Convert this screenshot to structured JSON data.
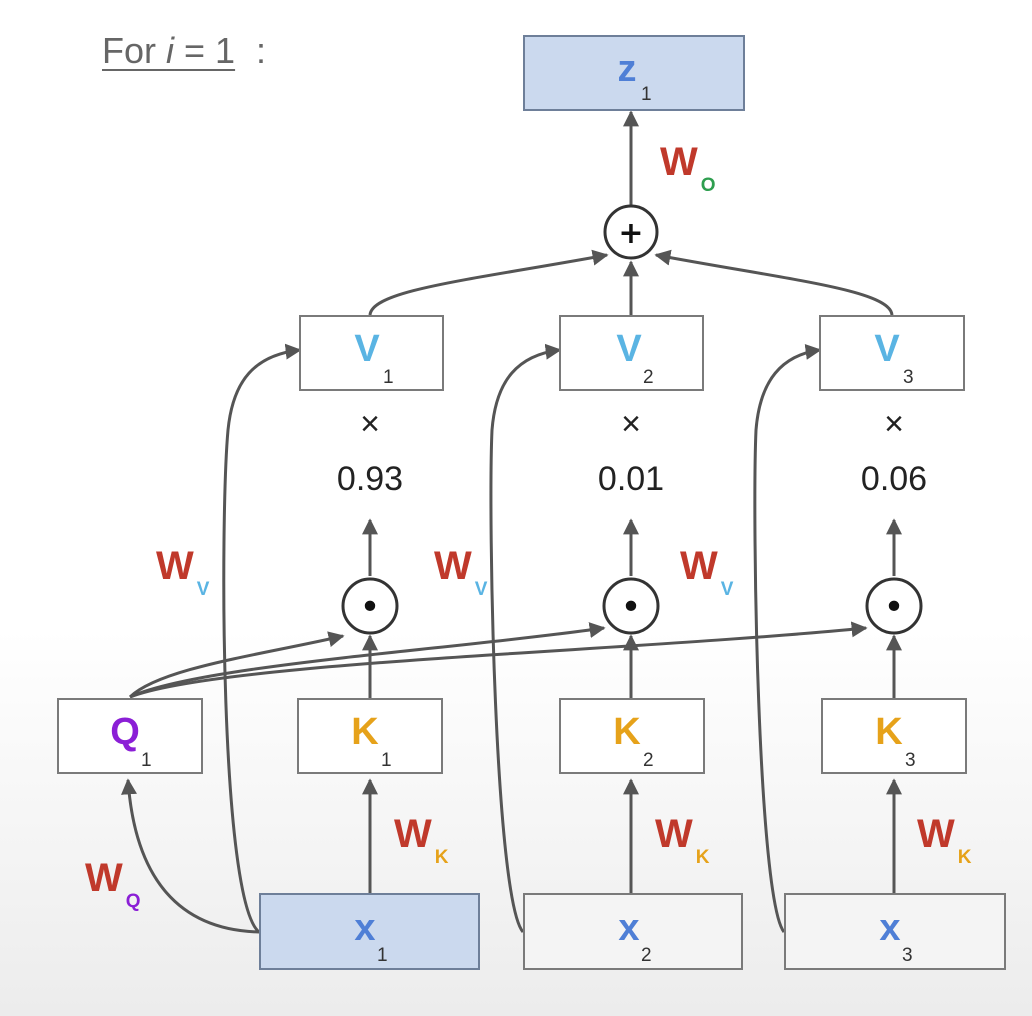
{
  "title": {
    "prefix": "For ",
    "var": "i",
    "suffix": " = 1",
    "colon": ":"
  },
  "colors": {
    "blue": "#4f7fd6",
    "light_blue": "#5ab4e3",
    "orange": "#e6a21a",
    "purple": "#8b1fd6",
    "red": "#c0392b",
    "green": "#2e9e4f",
    "arrow": "#555555"
  },
  "output": {
    "letter": "z",
    "sub": "1"
  },
  "values": [
    {
      "letter": "V",
      "sub": "1"
    },
    {
      "letter": "V",
      "sub": "2"
    },
    {
      "letter": "V",
      "sub": "3"
    }
  ],
  "keys": [
    {
      "letter": "K",
      "sub": "1"
    },
    {
      "letter": "K",
      "sub": "2"
    },
    {
      "letter": "K",
      "sub": "3"
    }
  ],
  "query": {
    "letter": "Q",
    "sub": "1"
  },
  "inputs": [
    {
      "letter": "x",
      "sub": "1"
    },
    {
      "letter": "x",
      "sub": "2"
    },
    {
      "letter": "x",
      "sub": "3"
    }
  ],
  "times_symbol": "×",
  "scores": [
    "0.93",
    "0.01",
    "0.06"
  ],
  "weights": {
    "wo": {
      "w": "W",
      "s": "O"
    },
    "wv": {
      "w": "W",
      "s": "V"
    },
    "wk": {
      "w": "W",
      "s": "K"
    },
    "wq": {
      "w": "W",
      "s": "Q"
    }
  },
  "sum_symbol": "+",
  "dot_symbol": "•"
}
